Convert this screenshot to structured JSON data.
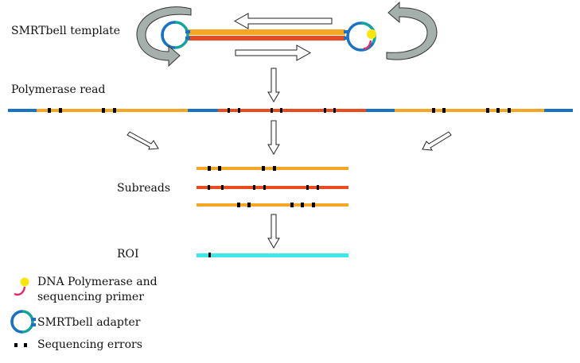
{
  "labels": {
    "template": "SMRTbell template",
    "polymerase_read": "Polymerase read",
    "subreads": "Subreads",
    "roi": "ROI"
  },
  "legend": {
    "polymerase_line1": "DNA Polymerase and",
    "polymerase_line2": "sequencing primer",
    "adapter": "SMRTbell adapter",
    "errors": "Sequencing errors"
  },
  "colors": {
    "orange_strand": "#f5a623",
    "red_strand": "#ea4b1e",
    "adapter_blue": "#1a73c2",
    "roi_cyan": "#3ee7ea",
    "polymerase_yellow": "#fbe40f",
    "primer_pink": "#e0306a",
    "adapter_teal": "#12a3a0",
    "error_black": "#000000",
    "curved_arrow_gray": "#a5b0ad"
  },
  "icons": {
    "curved_arrow": "curved-arrow-icon",
    "straight_arrow": "hollow-arrow-icon",
    "adapter": "adapter-loop-icon",
    "polymerase": "polymerase-dot-icon",
    "error": "error-mark-icon"
  }
}
